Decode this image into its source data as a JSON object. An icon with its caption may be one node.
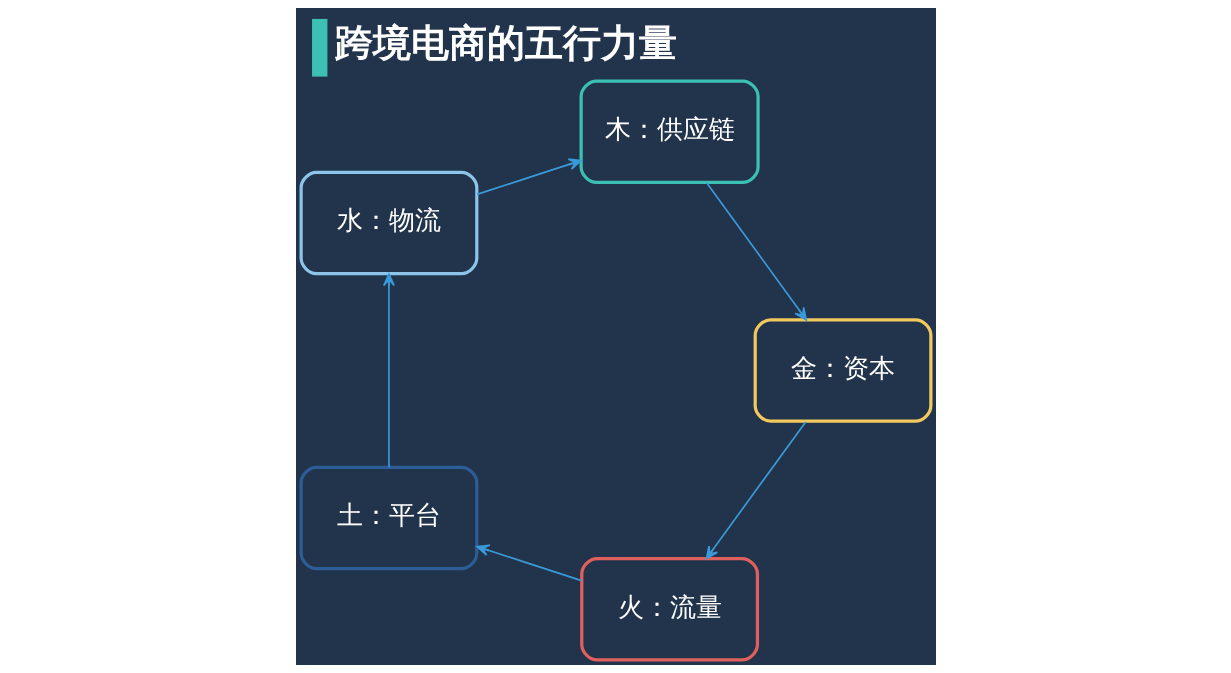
{
  "diagram": {
    "title": "跨境电商的五行力量",
    "nodes": [
      {
        "text": [
          "木：供应链"
        ]
      },
      {
        "text": [
          "水：物流"
        ]
      },
      {
        "text": [
          "金：资本"
        ]
      },
      {
        "text": [
          "土：平台"
        ]
      },
      {
        "text": [
          "火：流量"
        ]
      }
    ],
    "edges": [
      {
        "from": 0,
        "to": 2,
        "arrow": "to"
      },
      {
        "from": 2,
        "to": 4,
        "arrow": "to"
      },
      {
        "from": 4,
        "to": 3,
        "arrow": "to"
      },
      {
        "from": 3,
        "to": 1,
        "arrow": "to"
      },
      {
        "from": 1,
        "to": 0,
        "arrow": "to"
      }
    ]
  }
}
